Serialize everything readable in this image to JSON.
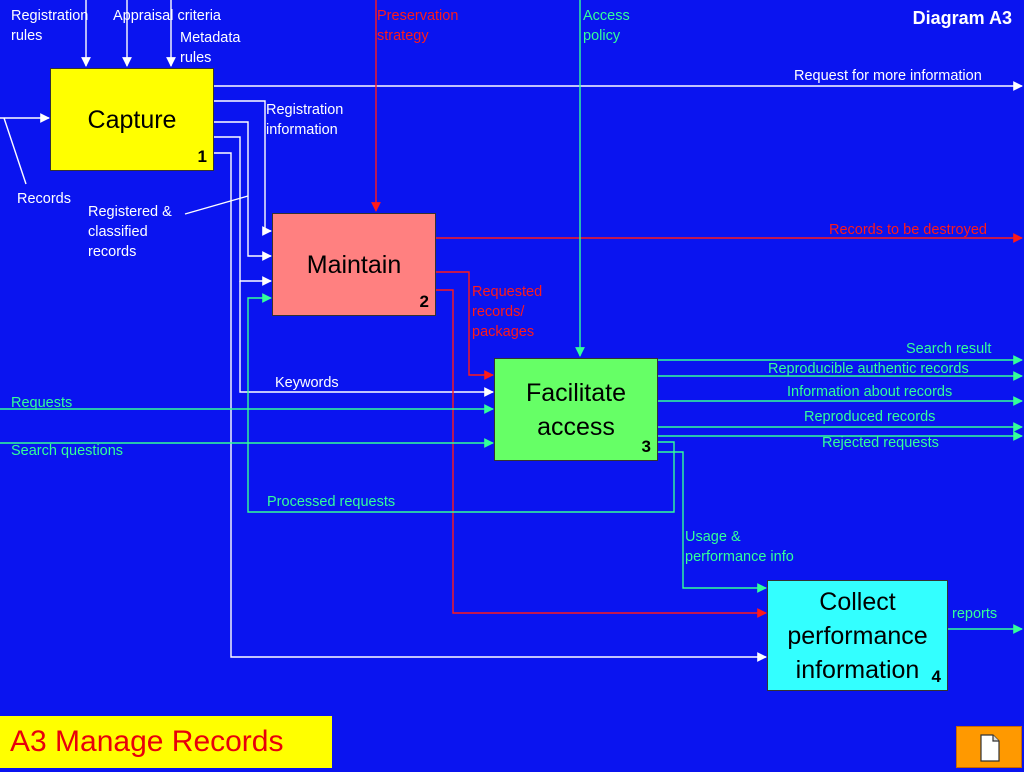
{
  "diagram": {
    "title": "Diagram A3",
    "footer_title": "A3 Manage Records",
    "boxes": {
      "capture": {
        "label": "Capture",
        "number": "1",
        "color": "#ffff00"
      },
      "maintain": {
        "label": "Maintain",
        "number": "2",
        "color": "#ff8080"
      },
      "facilitate": {
        "label": "Facilitate\naccess",
        "number": "3",
        "color": "#66ff66"
      },
      "collect": {
        "label": "Collect\nperformance\ninformation",
        "number": "4",
        "color": "#33ffff"
      }
    },
    "labels": {
      "registration_rules": "Registration\nrules",
      "appraisal_criteria": "Appraisal criteria",
      "metadata_rules": "Metadata\nrules",
      "preservation_strategy": "Preservation\nstrategy",
      "access_policy": "Access\npolicy",
      "request_more_info": "Request for more information",
      "registration_information": "Registration\ninformation",
      "records": "Records",
      "registered_classified": "Registered &\nclassified\nrecords",
      "records_destroyed": "Records to be destroyed",
      "requested_records": "Requested\nrecords/\npackages",
      "search_result": "Search result",
      "reproducible_records": "Reproducible authentic records",
      "info_about_records": "Information about records",
      "reproduced_records": "Reproduced records",
      "rejected_requests": "Rejected requests",
      "keywords": "Keywords",
      "requests": "Requests",
      "search_questions": "Search questions",
      "processed_requests": "Processed requests",
      "usage_performance": "Usage &\nperformance info",
      "reports": "reports"
    },
    "colors": {
      "white_flow": "#ffffff",
      "red_flow": "#ff1a1a",
      "green_flow": "#33ff99",
      "background": "#0a14f0",
      "footer_bg": "#ffff00",
      "footer_text": "#e8000b"
    }
  }
}
